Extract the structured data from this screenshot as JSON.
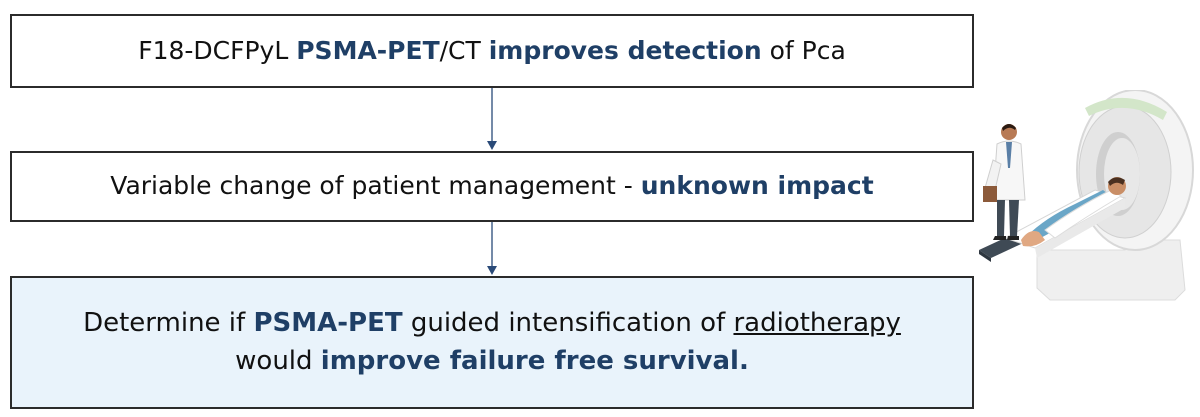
{
  "boxes": [
    {
      "segments": [
        {
          "text": "F18-DCFPyL ",
          "style": "plain"
        },
        {
          "text": "PSMA-PET",
          "style": "highlight"
        },
        {
          "text": "/CT ",
          "style": "plain"
        },
        {
          "text": "improves detection",
          "style": "highlight"
        },
        {
          "text": " of Pca",
          "style": "plain"
        }
      ]
    },
    {
      "segments": [
        {
          "text": "Variable change of patient management - ",
          "style": "plain"
        },
        {
          "text": "unknown impact",
          "style": "highlight"
        }
      ]
    },
    {
      "line1": [
        {
          "text": "Determine if ",
          "style": "plain"
        },
        {
          "text": "PSMA-PET",
          "style": "highlight"
        },
        {
          "text": " guided intensification of ",
          "style": "plain"
        },
        {
          "text": "radiotherapy",
          "style": "underline"
        }
      ],
      "line2": [
        {
          "text": "would ",
          "style": "plain"
        },
        {
          "text": "improve failure free survival.",
          "style": "highlight"
        }
      ]
    }
  ],
  "colors": {
    "highlight": "#1f3f66",
    "box_border": "#2b2b2b",
    "box3_fill": "#e9f3fb",
    "arrow": "#2a4a78"
  },
  "illustration": "pet-ct-scanner-with-doctor-and-patient-icon"
}
